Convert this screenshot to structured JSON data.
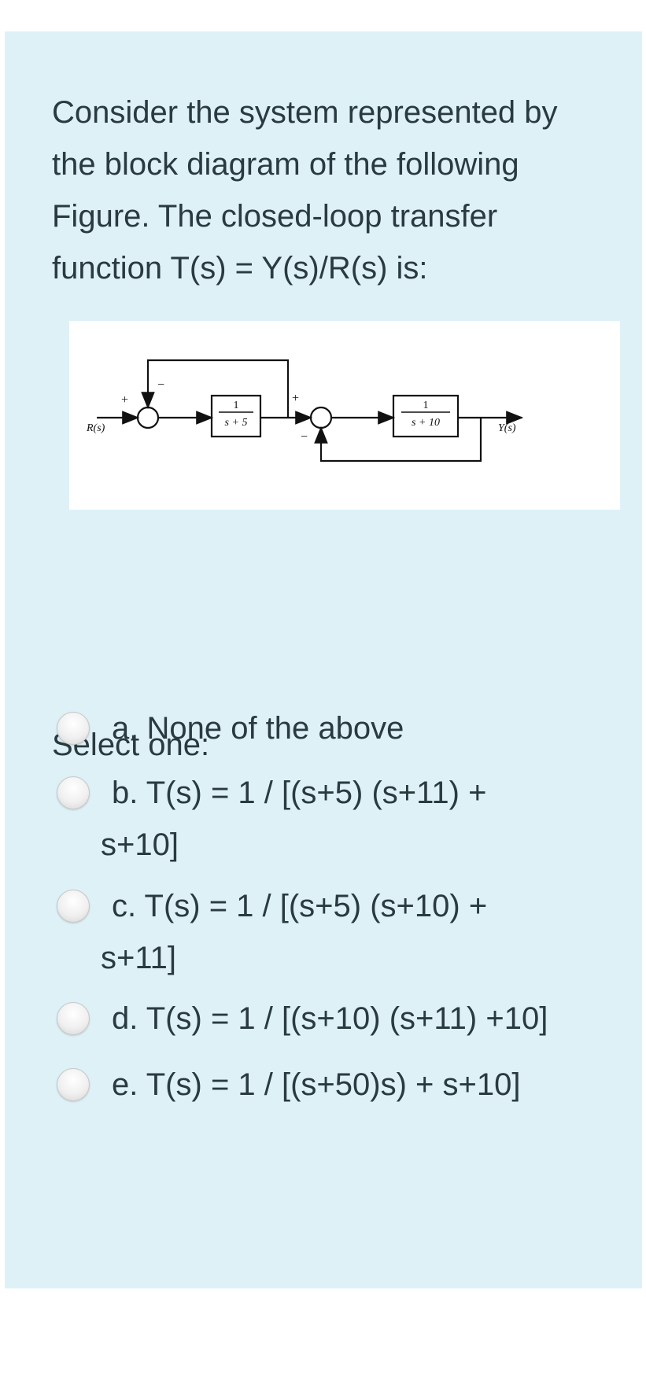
{
  "question": {
    "line1": "Consider the system represented by",
    "line2": "the block diagram of the following",
    "line3": "Figure. The closed-loop transfer",
    "line4": "function T(s) = Y(s)/R(s) is:"
  },
  "diagram": {
    "input_label": "R(s)",
    "output_label": "Y(s)",
    "block1_num": "1",
    "block1_den": "s + 5",
    "block2_num": "1",
    "block2_den": "s + 10",
    "sum1_plus": "+",
    "sum1_minus": "−",
    "sum2_plus": "+",
    "sum2_minus": "−"
  },
  "select_label": "Select one:",
  "options": [
    {
      "letter": "a.",
      "line1": "a. None of the above",
      "line2": ""
    },
    {
      "letter": "b.",
      "line1": "b. T(s) = 1 / [(s+5) (s+11) +",
      "line2": "s+10]"
    },
    {
      "letter": "c.",
      "line1": "c. T(s) = 1 / [(s+5) (s+10) +",
      "line2": "s+11]"
    },
    {
      "letter": "d.",
      "line1": "d. T(s) = 1 / [(s+10) (s+11) +10]",
      "line2": ""
    },
    {
      "letter": "e.",
      "line1": "e. T(s) = 1 / [(s+50)s) + s+10]",
      "line2": ""
    }
  ]
}
